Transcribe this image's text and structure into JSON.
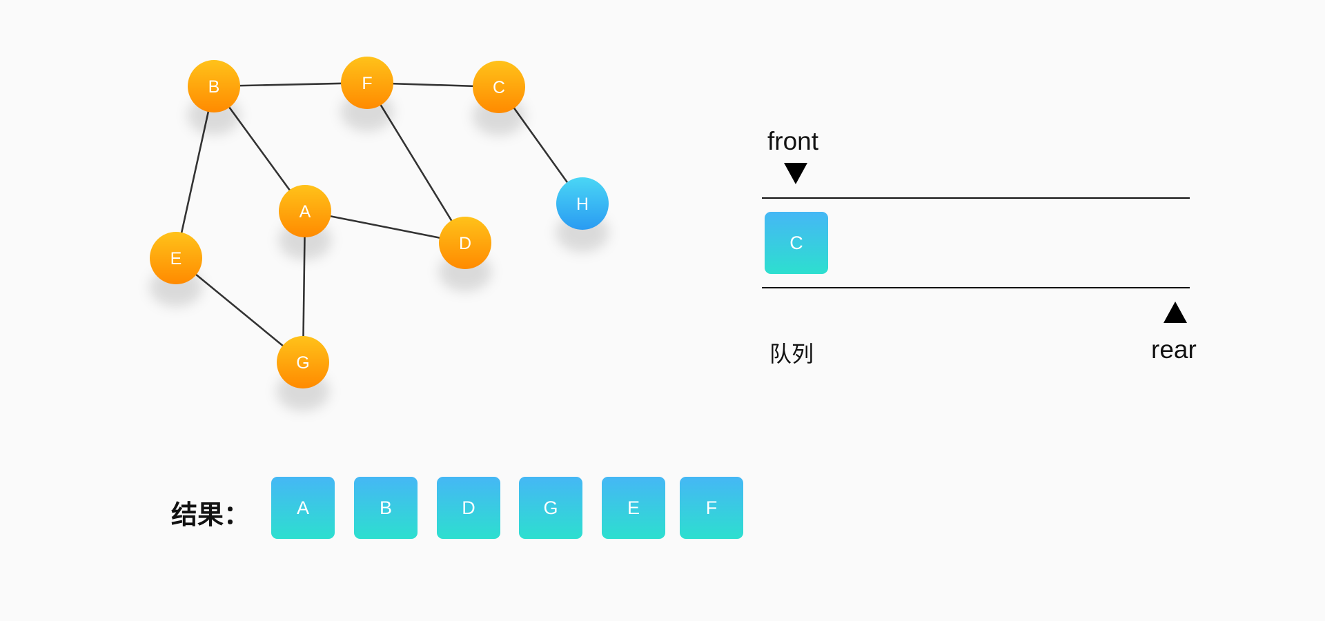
{
  "graph": {
    "nodes": [
      {
        "id": "B",
        "label": "B",
        "color": "orange"
      },
      {
        "id": "F",
        "label": "F",
        "color": "orange"
      },
      {
        "id": "C",
        "label": "C",
        "color": "orange"
      },
      {
        "id": "A",
        "label": "A",
        "color": "orange"
      },
      {
        "id": "D",
        "label": "D",
        "color": "orange"
      },
      {
        "id": "E",
        "label": "E",
        "color": "orange"
      },
      {
        "id": "G",
        "label": "G",
        "color": "orange"
      },
      {
        "id": "H",
        "label": "H",
        "color": "blue"
      }
    ],
    "edges": [
      [
        "B",
        "F"
      ],
      [
        "F",
        "C"
      ],
      [
        "C",
        "H"
      ],
      [
        "B",
        "A"
      ],
      [
        "B",
        "E"
      ],
      [
        "F",
        "D"
      ],
      [
        "A",
        "D"
      ],
      [
        "A",
        "G"
      ],
      [
        "E",
        "G"
      ]
    ],
    "colors": {
      "orange_top": "#ffc21a",
      "orange_bottom": "#ff8a00",
      "blue_top": "#4ad6f5",
      "blue_bottom": "#2a9bf2",
      "edge": "#333333"
    }
  },
  "queue": {
    "front_label": "front",
    "rear_label": "rear",
    "title": "队列",
    "items": [
      "C"
    ]
  },
  "result": {
    "label": "结果：",
    "items": [
      "A",
      "B",
      "D",
      "G",
      "E",
      "F"
    ]
  },
  "tile_colors": {
    "top": "#45b7f5",
    "bottom": "#2ddfcf"
  }
}
